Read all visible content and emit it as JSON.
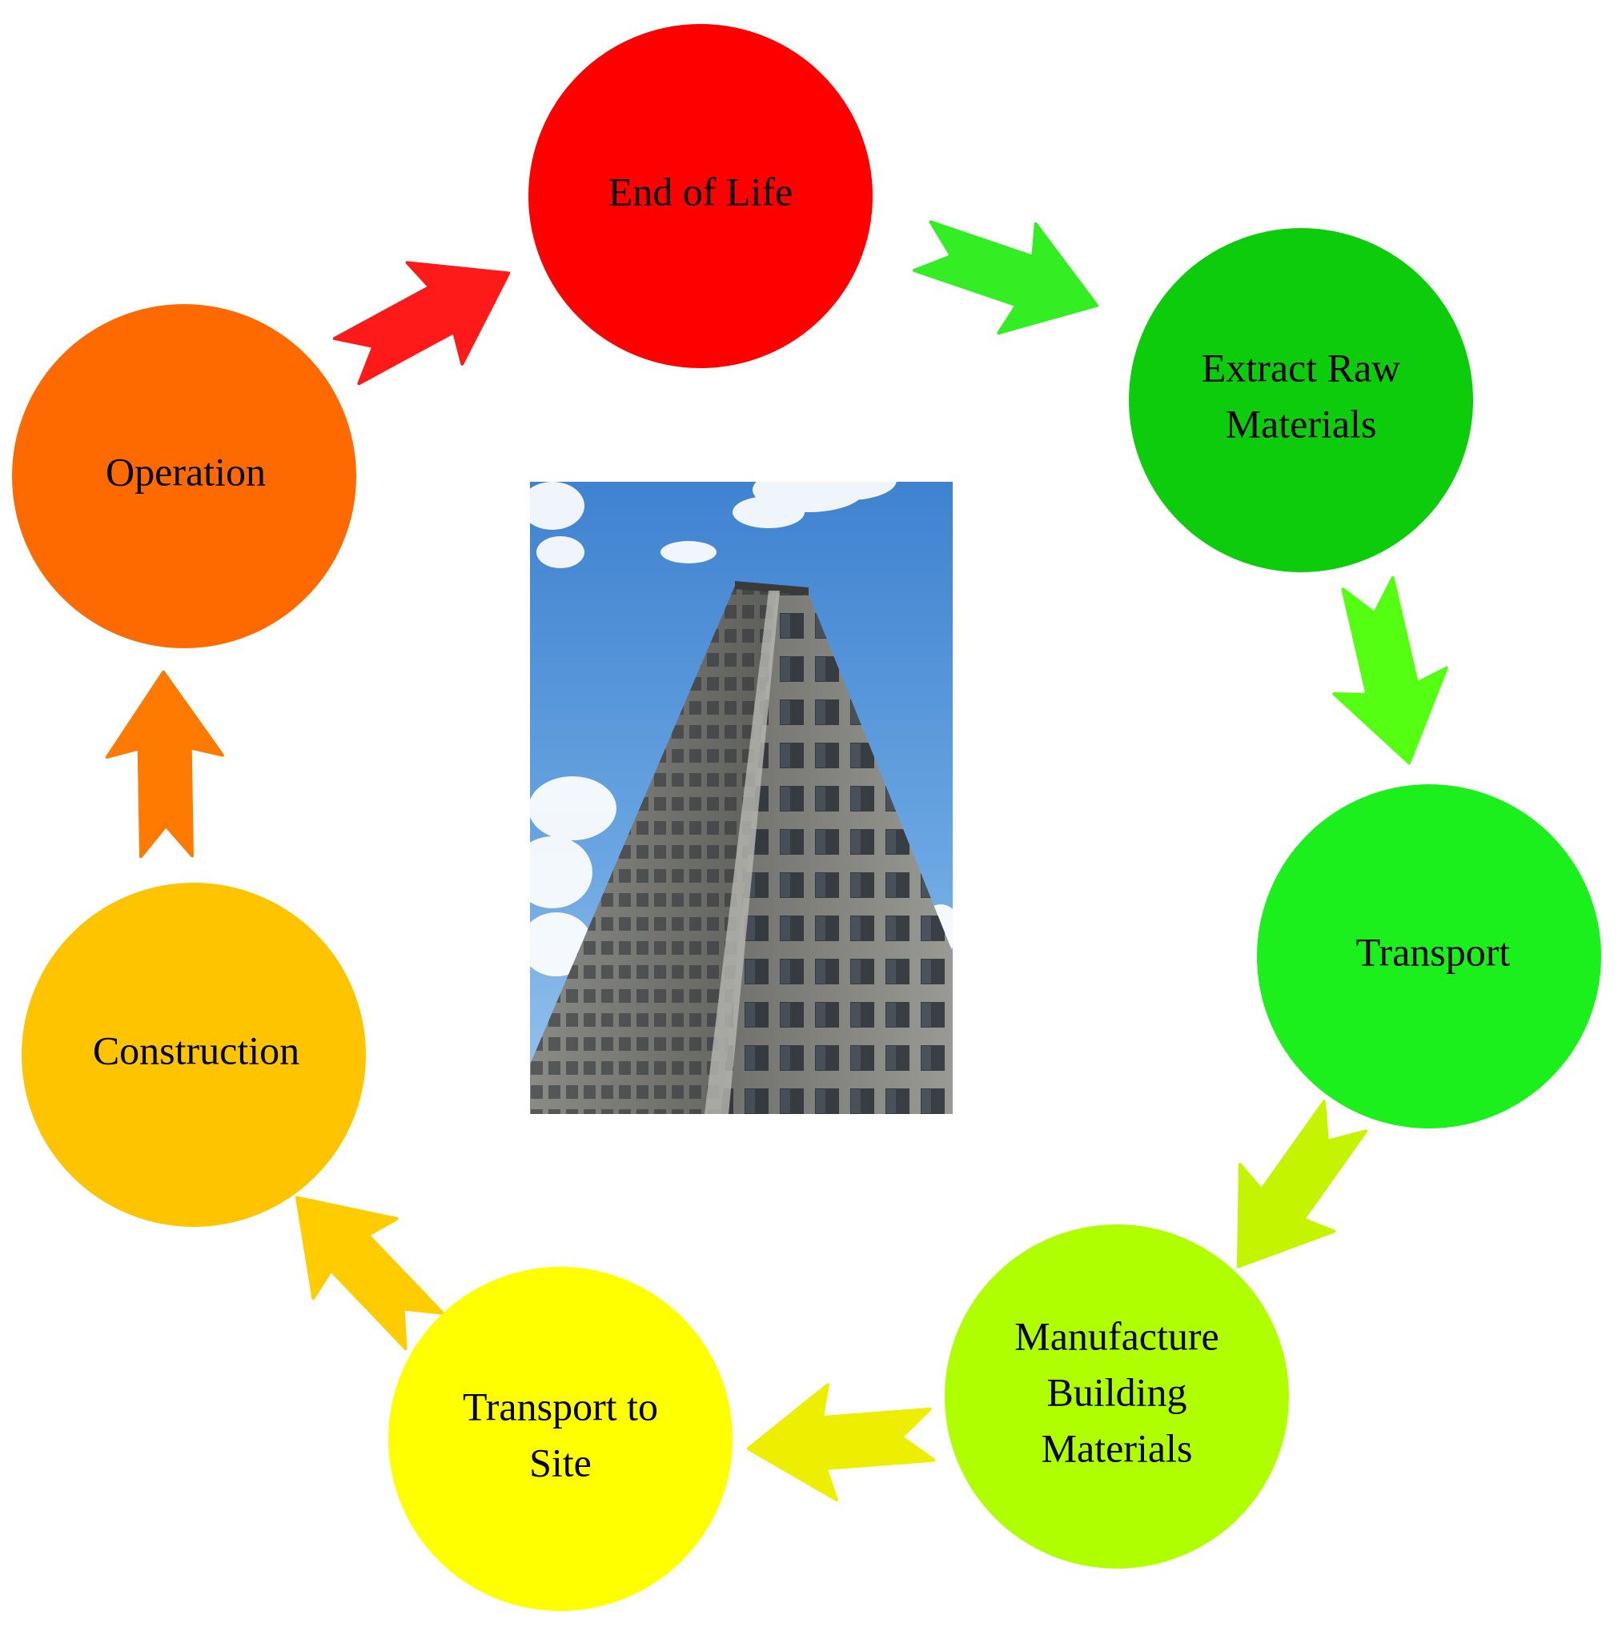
{
  "stages": [
    {
      "id": "end-of-life",
      "lines": [
        "End of Life"
      ],
      "color": "#ff0000"
    },
    {
      "id": "extract-raw-materials",
      "lines": [
        "Extract Raw",
        "Materials"
      ],
      "color": "#0ccc0c"
    },
    {
      "id": "transport",
      "lines": [
        "Transport"
      ],
      "color": "#1cf01c"
    },
    {
      "id": "manufacture-building-materials",
      "lines": [
        "Manufacture",
        "Building",
        "Materials"
      ],
      "color": "#b0ff00"
    },
    {
      "id": "transport-to-site",
      "lines": [
        "Transport to",
        "Site"
      ],
      "color": "#ffff00"
    },
    {
      "id": "construction",
      "lines": [
        "Construction"
      ],
      "color": "#ffc400"
    },
    {
      "id": "operation",
      "lines": [
        "Operation"
      ],
      "color": "#ff6a00"
    }
  ],
  "arrows": [
    {
      "from": "end-of-life",
      "to": "extract-raw-materials",
      "color": "#33ee22"
    },
    {
      "from": "extract-raw-materials",
      "to": "transport",
      "color": "#55ff11"
    },
    {
      "from": "transport",
      "to": "manufacture-building-materials",
      "color": "#c4f400"
    },
    {
      "from": "manufacture-building-materials",
      "to": "transport-to-site",
      "color": "#eeee00"
    },
    {
      "from": "transport-to-site",
      "to": "construction",
      "color": "#ffcc00"
    },
    {
      "from": "construction",
      "to": "operation",
      "color": "#ff7a00"
    },
    {
      "from": "operation",
      "to": "end-of-life",
      "color": "#ff1a1a"
    }
  ],
  "center_image": {
    "subject": "skyscraper photo"
  }
}
